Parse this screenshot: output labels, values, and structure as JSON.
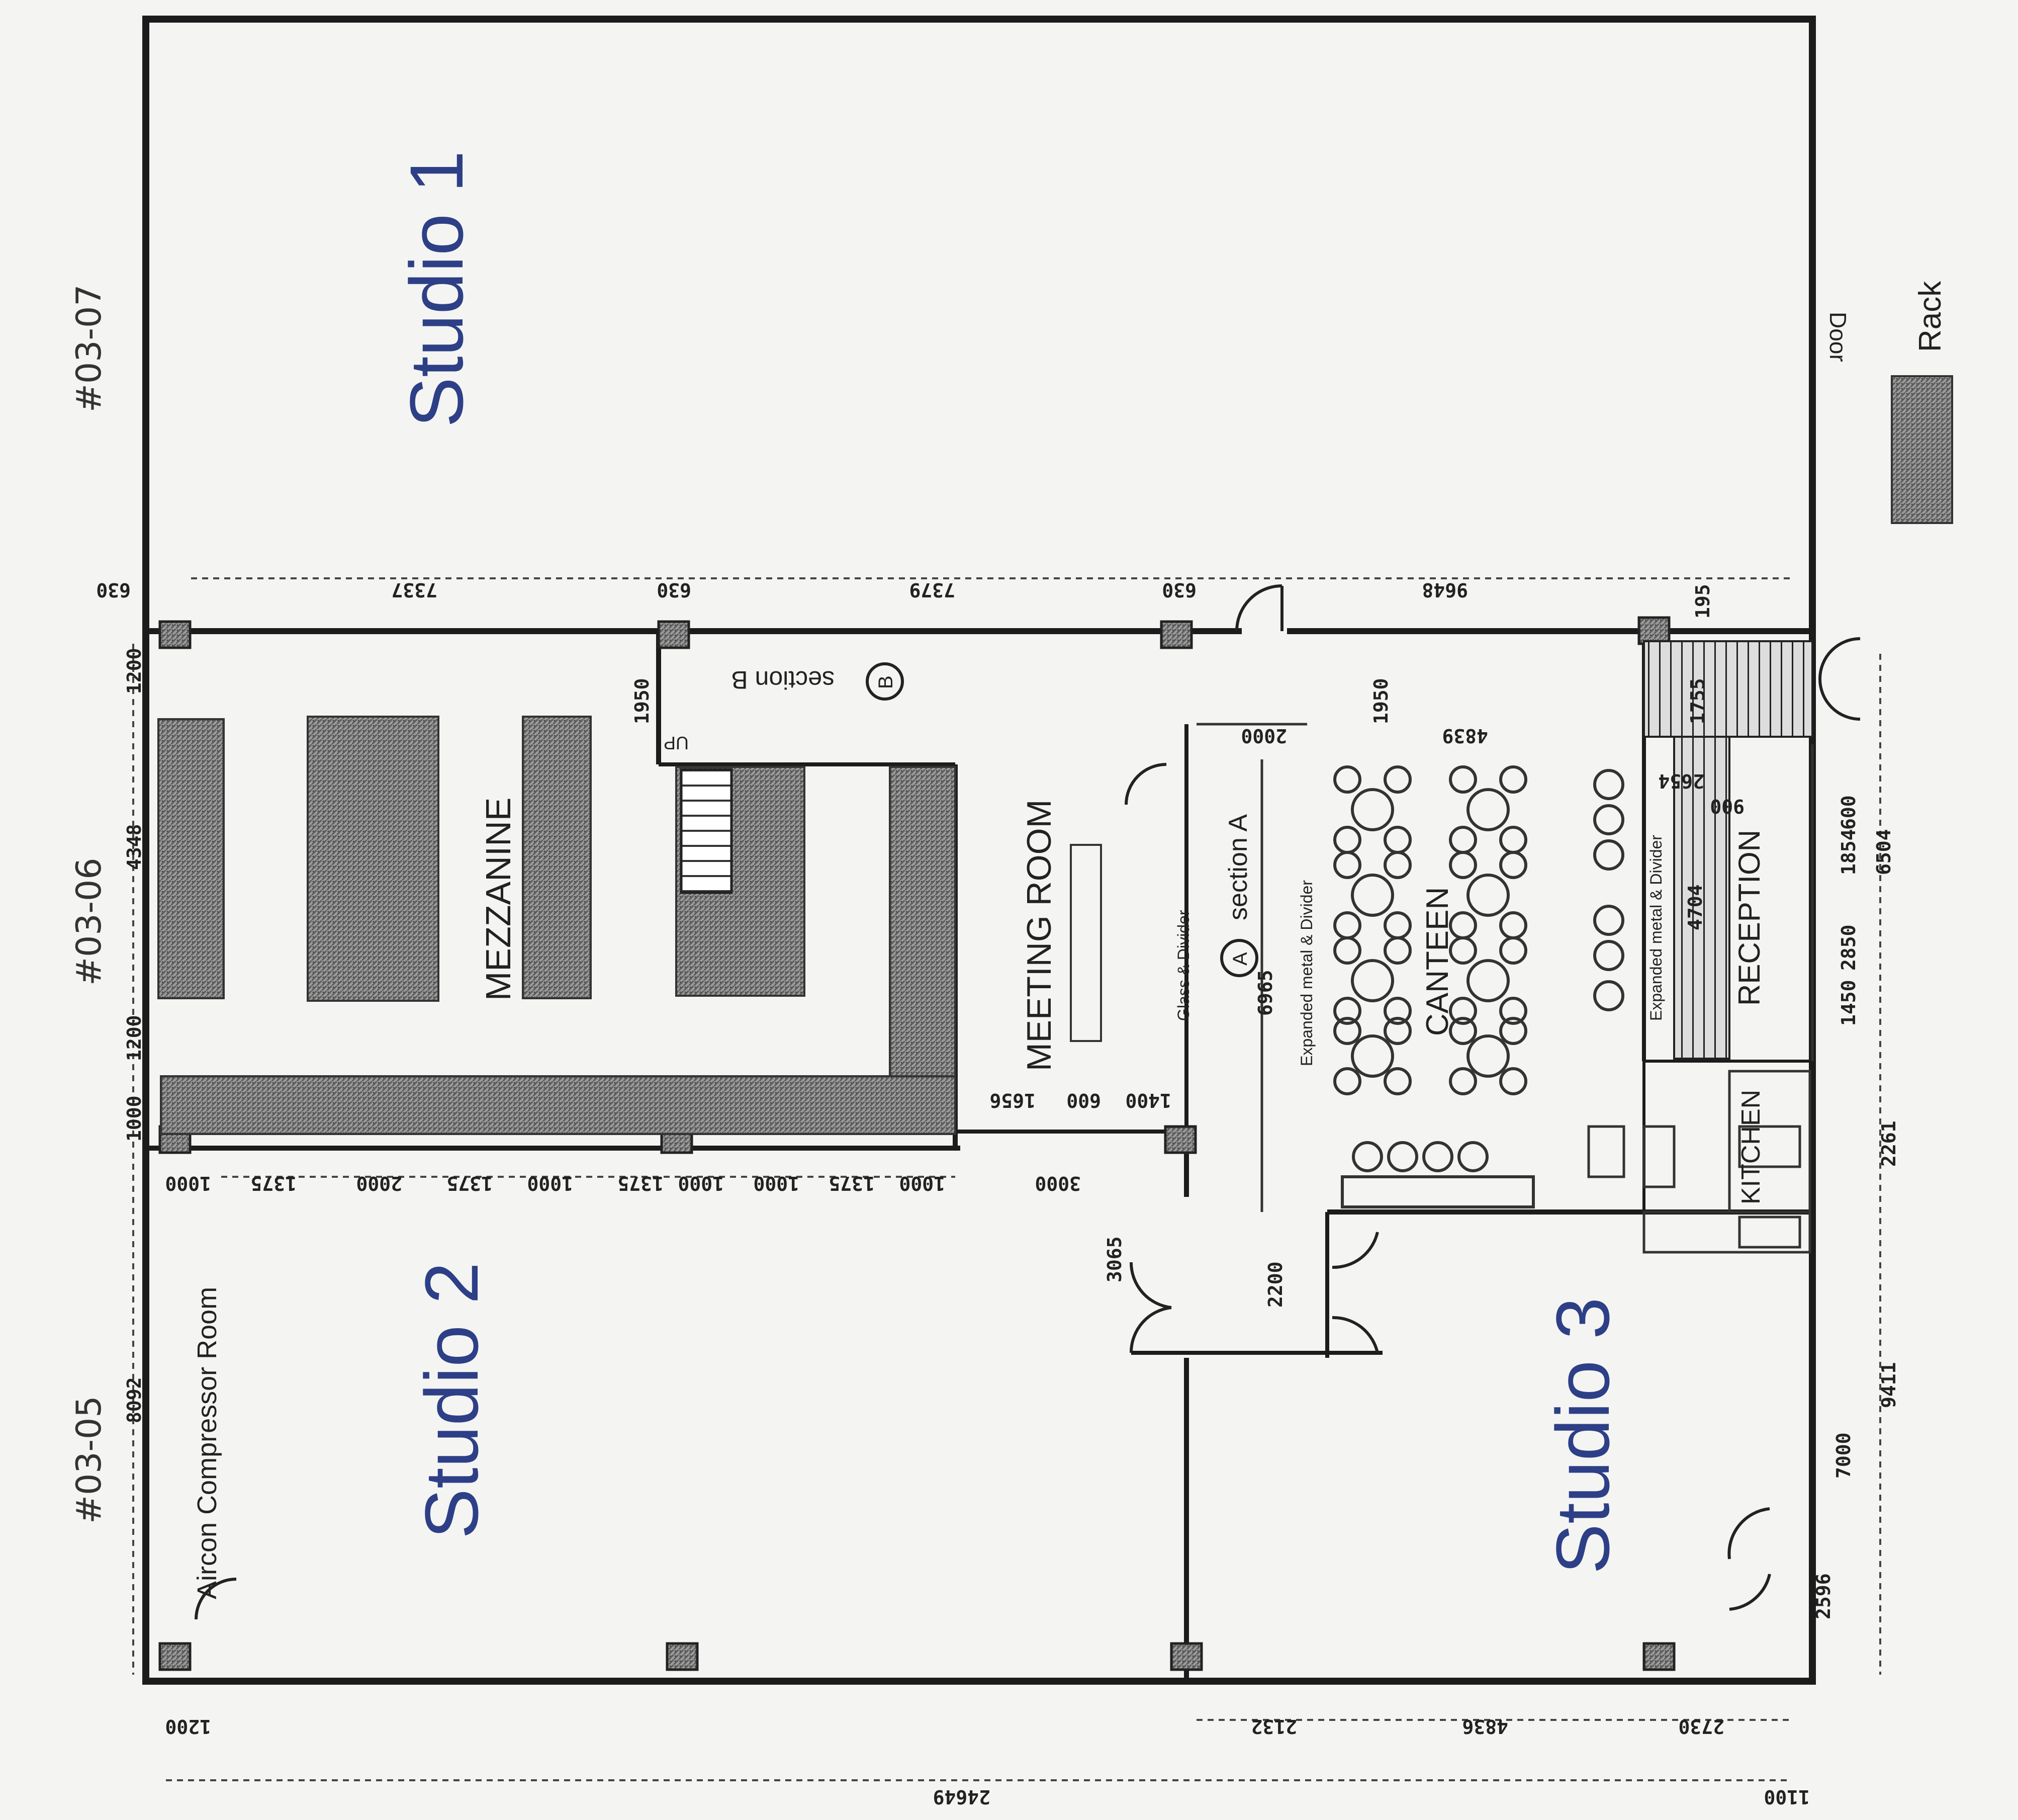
{
  "units": {
    "u0307": "#03-07",
    "u0306": "#03-06",
    "u0305": "#03-05"
  },
  "rooms": {
    "studio1": "Studio 1",
    "studio2": "Studio 2",
    "studio3": "Studio 3",
    "mezzanine": "MEZZANINE",
    "meeting": "MEETING ROOM",
    "canteen": "CANTEEN",
    "reception": "RECEPTION",
    "kitchen": "KITCHEN",
    "aircon": "Aircon Compressor Room"
  },
  "labels": {
    "section_a": "section A",
    "section_b": "section B",
    "marker_a": "A",
    "marker_b": "B",
    "up": "UP",
    "glass_divider": "Glass & Divider",
    "expanded_metal_1": "Expanded metal & Divider",
    "expanded_metal_2": "Expanded metal & Divider",
    "door": "Door",
    "legend_rack": "Rack"
  },
  "dimensions": {
    "d630a": "630",
    "d7337": "7337",
    "d630b": "630",
    "d7379": "7379",
    "d630c": "630",
    "d9648": "9648",
    "d195": "195",
    "d1200a": "1200",
    "d4348": "4348",
    "d1200b": "1200",
    "d1000a": "1000",
    "d8092": "8092",
    "d1950a": "1950",
    "d1950b": "1950",
    "d2000a": "2000",
    "d4839": "4839",
    "d1755": "1755",
    "d2654": "2654",
    "d900": "900",
    "d1854": "1854",
    "d6504": "6504",
    "d600": "600",
    "d4704": "4704",
    "d2850": "2850",
    "d1450": "1450",
    "d6965": "6965",
    "d1656": "1656",
    "d600b": "600",
    "d1400": "1400",
    "b1000": "1000",
    "b1375a": "1375",
    "b2000": "2000",
    "b1375b": "1375",
    "b1000b": "1000",
    "b1375c": "1375",
    "b1000c": "1000",
    "b1000d": "1000",
    "b1375d": "1375",
    "b1000e": "1000",
    "b3000": "3000",
    "d3065": "3065",
    "d2200": "2200",
    "d2261": "2261",
    "d9411": "9411",
    "d7000": "7000",
    "d2596": "2596",
    "d1200c": "1200",
    "d2132": "2132",
    "d4836": "4836",
    "d2730": "2730",
    "d1100": "1100",
    "d24649": "24649"
  },
  "colors": {
    "wall": "#1c1c1c",
    "studio_label": "#2d3f86",
    "hatch": "#8a8a8a"
  }
}
